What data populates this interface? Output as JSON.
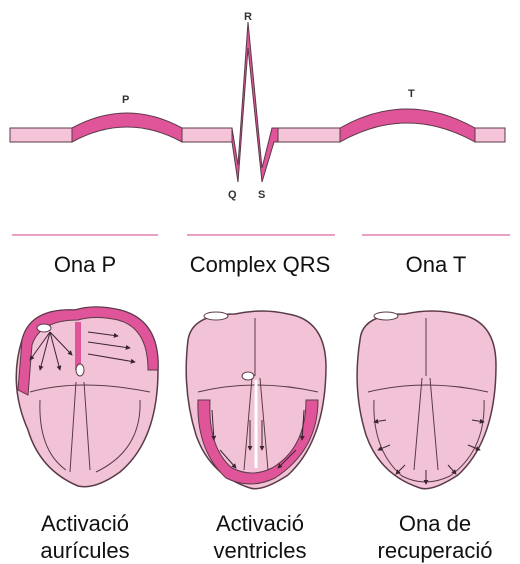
{
  "ecg": {
    "wave_labels": {
      "p": "P",
      "q": "Q",
      "r": "R",
      "s": "S",
      "t": "T"
    }
  },
  "columns": [
    {
      "label": "Ona P",
      "caption_line1": "Activació",
      "caption_line2": "aurícules"
    },
    {
      "label": "Complex QRS",
      "caption_line1": "Activació",
      "caption_line2": "ventricles"
    },
    {
      "label": "Ona T",
      "caption_line1": "Ona de",
      "caption_line2": "recuperació"
    }
  ],
  "colors": {
    "band_light": "#f5c4d8",
    "band_dark": "#e0559a",
    "outline": "#5a3a48",
    "divider": "#e8a0c4",
    "heart_fill": "#f2c3d6"
  }
}
